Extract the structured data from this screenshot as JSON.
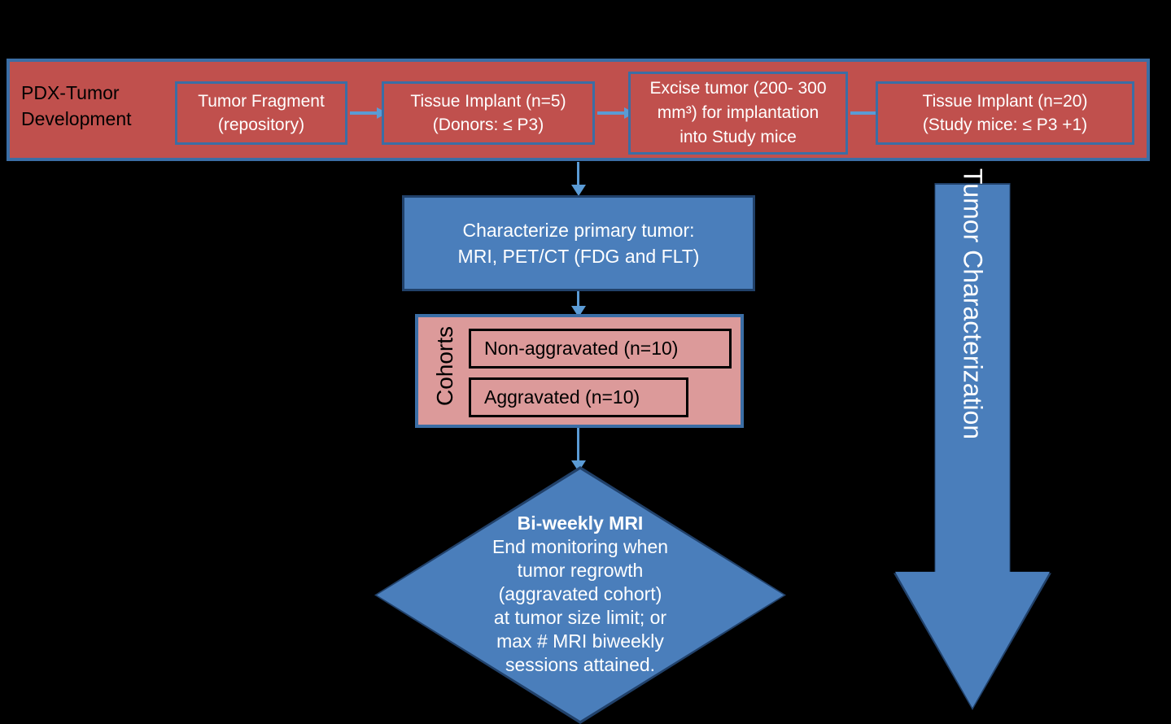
{
  "figure": {
    "type": "flowchart",
    "background_color": "#000000",
    "palette": {
      "red_fill": "#c0504d",
      "pink_fill": "#dc9a9a",
      "blue_fill": "#4a7ebb",
      "blue_border": "#3b6ea5",
      "dark_blue_border": "#21416a",
      "connector_arrow": "#5b9bd5"
    }
  },
  "pdx_band": {
    "label": "PDX-Tumor Development",
    "steps": [
      {
        "line1": "Tumor Fragment",
        "line2": "(repository)"
      },
      {
        "line1": "Tissue Implant (n=5)",
        "line2": "(Donors: ≤ P3)"
      },
      {
        "line1": "Excise tumor (200- 300",
        "line2": "mm³) for implantation",
        "line3": "into Study mice"
      },
      {
        "line1": "Tissue Implant (n=20)",
        "line2": "(Study mice: ≤ P3 +1)"
      }
    ]
  },
  "characterize": {
    "line1": "Characterize primary tumor:",
    "line2": "MRI, PET/CT (FDG and FLT)"
  },
  "cohorts": {
    "label": "Cohorts",
    "items": [
      {
        "label": "Non-aggravated (n=10)"
      },
      {
        "label": "Aggravated (n=10)"
      }
    ]
  },
  "decision": {
    "title": "Bi-weekly MRI",
    "line1": "End monitoring when",
    "line2": "tumor regrowth",
    "line3": "(aggravated cohort)",
    "line4": "at tumor size limit; or",
    "line5": "max # MRI biweekly",
    "line6": "sessions attained."
  },
  "side_arrow": {
    "label": "Tumor Characterization"
  }
}
